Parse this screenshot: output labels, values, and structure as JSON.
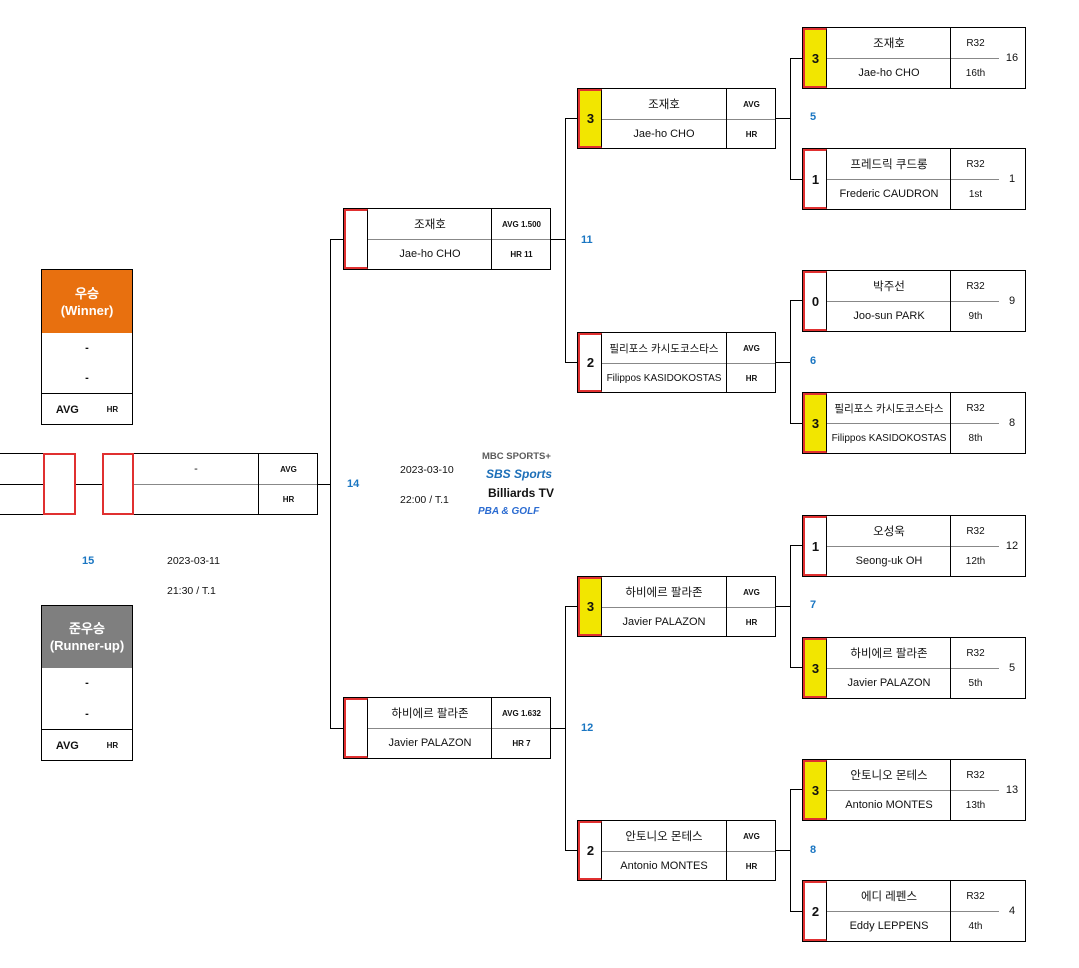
{
  "winner_box": {
    "title": "우승",
    "subtitle": "(Winner)",
    "name_ko": "-",
    "name_en": "-",
    "avg_label": "AVG",
    "hr_label": "HR"
  },
  "runnerup_box": {
    "title": "준우승",
    "subtitle": "(Runner-up)",
    "name_ko": "-",
    "name_en": "-",
    "avg_label": "AVG",
    "hr_label": "HR"
  },
  "final": {
    "number": "15",
    "date": "2023-03-11",
    "time": "21:30 /  T.1",
    "player_top": "-",
    "avg_label": "AVG",
    "hr_label": "HR"
  },
  "semifinal": {
    "number": "14",
    "date": "2023-03-10",
    "time": "22:00 /  T.1"
  },
  "broadcasters": [
    "MBC SPORTS+",
    "SBS Sports",
    "Billiards TV",
    "PBA & GOLF"
  ],
  "quarterfinals": [
    {
      "number": "11",
      "name_ko": "조재호",
      "name_en": "Jae-ho CHO",
      "avg": "AVG 1.500",
      "hr": "HR 11"
    },
    {
      "number": "12",
      "name_ko": "하비에르 팔라존",
      "name_en": "Javier PALAZON",
      "avg": "AVG 1.632",
      "hr": "HR 7"
    }
  ],
  "round16": [
    {
      "number": "5",
      "score": "3",
      "name_ko": "조재호",
      "name_en": "Jae-ho CHO",
      "avg": "AVG",
      "hr": "HR",
      "win": true
    },
    {
      "number": "6",
      "score": "2",
      "name_ko": "필리포스 카시도코스타스",
      "name_en": "Filippos KASIDOKOSTAS",
      "avg": "AVG",
      "hr": "HR",
      "win": false
    },
    {
      "number": "7",
      "score": "3",
      "name_ko": "하비에르 팔라존",
      "name_en": "Javier PALAZON",
      "avg": "AVG",
      "hr": "HR",
      "win": true
    },
    {
      "number": "8",
      "score": "2",
      "name_ko": "안토니오 몬테스",
      "name_en": "Antonio MONTES",
      "avg": "AVG",
      "hr": "HR",
      "win": false
    }
  ],
  "round32": [
    {
      "score": "3",
      "name_ko": "조재호",
      "name_en": "Jae-ho CHO",
      "round": "R32",
      "rank": "16th",
      "seed": "16",
      "win": true
    },
    {
      "score": "1",
      "name_ko": "프레드릭 쿠드롱",
      "name_en": "Frederic CAUDRON",
      "round": "R32",
      "rank": "1st",
      "seed": "1",
      "win": false
    },
    {
      "score": "0",
      "name_ko": "박주선",
      "name_en": "Joo-sun PARK",
      "round": "R32",
      "rank": "9th",
      "seed": "9",
      "win": false
    },
    {
      "score": "3",
      "name_ko": "필리포스 카시도코스타스",
      "name_en": "Filippos KASIDOKOSTAS",
      "round": "R32",
      "rank": "8th",
      "seed": "8",
      "win": true
    },
    {
      "score": "1",
      "name_ko": "오성욱",
      "name_en": "Seong-uk OH",
      "round": "R32",
      "rank": "12th",
      "seed": "12",
      "win": false
    },
    {
      "score": "3",
      "name_ko": "하비에르 팔라존",
      "name_en": "Javier PALAZON",
      "round": "R32",
      "rank": "5th",
      "seed": "5",
      "win": true
    },
    {
      "score": "3",
      "name_ko": "안토니오 몬테스",
      "name_en": "Antonio MONTES",
      "round": "R32",
      "rank": "13th",
      "seed": "13",
      "win": true
    },
    {
      "score": "2",
      "name_ko": "에디 레펜스",
      "name_en": "Eddy LEPPENS",
      "round": "R32",
      "rank": "4th",
      "seed": "4",
      "win": false
    }
  ],
  "colors": {
    "winner_head": "#e8700f",
    "runnerup_head": "#7f7f7f",
    "win_score": "#f2e600",
    "score_border": "#e03030",
    "match_number": "#1a76c2"
  }
}
